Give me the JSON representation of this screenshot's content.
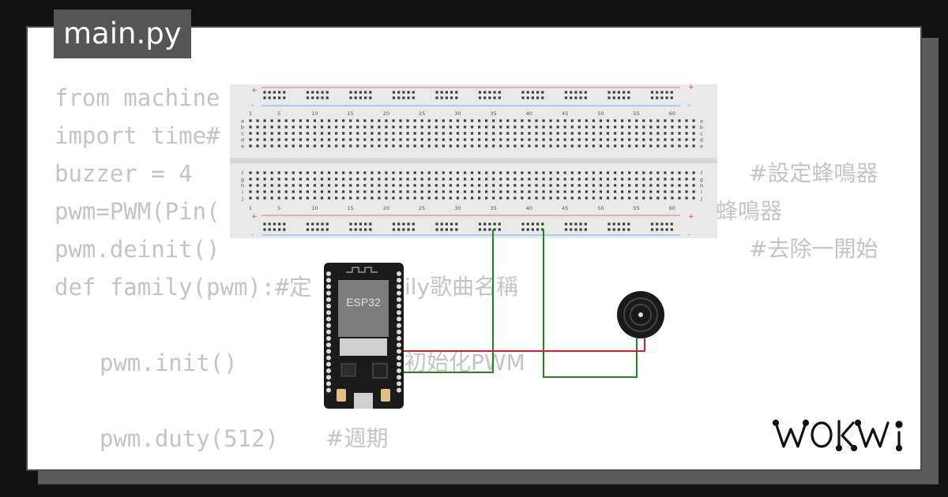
{
  "file_tab": {
    "title": "main.py"
  },
  "code": {
    "line1": "from machine",
    "line2": "import time#",
    "line3": "buzzer = 4",
    "line3_comment": "#設定蜂鳴器",
    "line4": "pwm=PWM(Pin(",
    "line4_comment": "蜂鳴器",
    "line5": "pwm.deinit()",
    "line5_comment": "#去除一開始",
    "line6a": "def family(pwm):#定",
    "line6b": "ily歌曲名稱",
    "line7": "pwm.init()",
    "line7_comment": "初始化PWM",
    "line8": "pwm.duty(512)",
    "line8_comment": "#週期"
  },
  "breadboard": {
    "column_numbers": [
      "1",
      "5",
      "10",
      "15",
      "20",
      "25",
      "30",
      "35",
      "40",
      "45",
      "50",
      "55",
      "60"
    ],
    "row_letters_top": [
      "a",
      "b",
      "c",
      "d",
      "e"
    ],
    "row_letters_bottom": [
      "f",
      "g",
      "h",
      "i",
      "j"
    ],
    "rail_plus": "+",
    "rail_minus": "-"
  },
  "esp32": {
    "label": "ESP32"
  },
  "colors": {
    "wire_ground": "#1a8a1a",
    "wire_signal": "#d42020",
    "rail_red": "#e57373",
    "rail_blue": "#64b5f6",
    "board_black": "#1b1b1b",
    "chip_gray": "#7d7d7d"
  },
  "logo": {
    "text": "WOKWi"
  }
}
